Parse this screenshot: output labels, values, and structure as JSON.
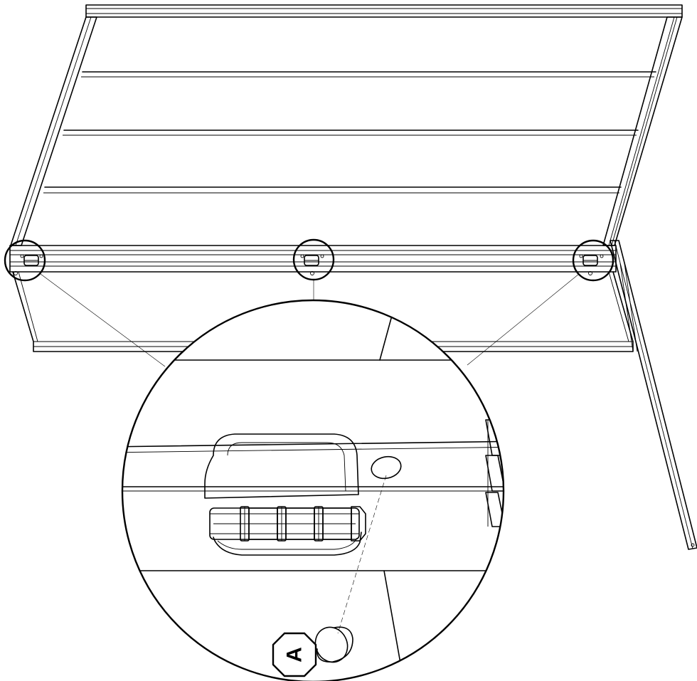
{
  "callout": {
    "label": "A",
    "part": "plug"
  },
  "hinge_count": 3,
  "icons": [
    "hinge-icon",
    "detail-magnifier-icon",
    "callout-octagon-icon"
  ]
}
